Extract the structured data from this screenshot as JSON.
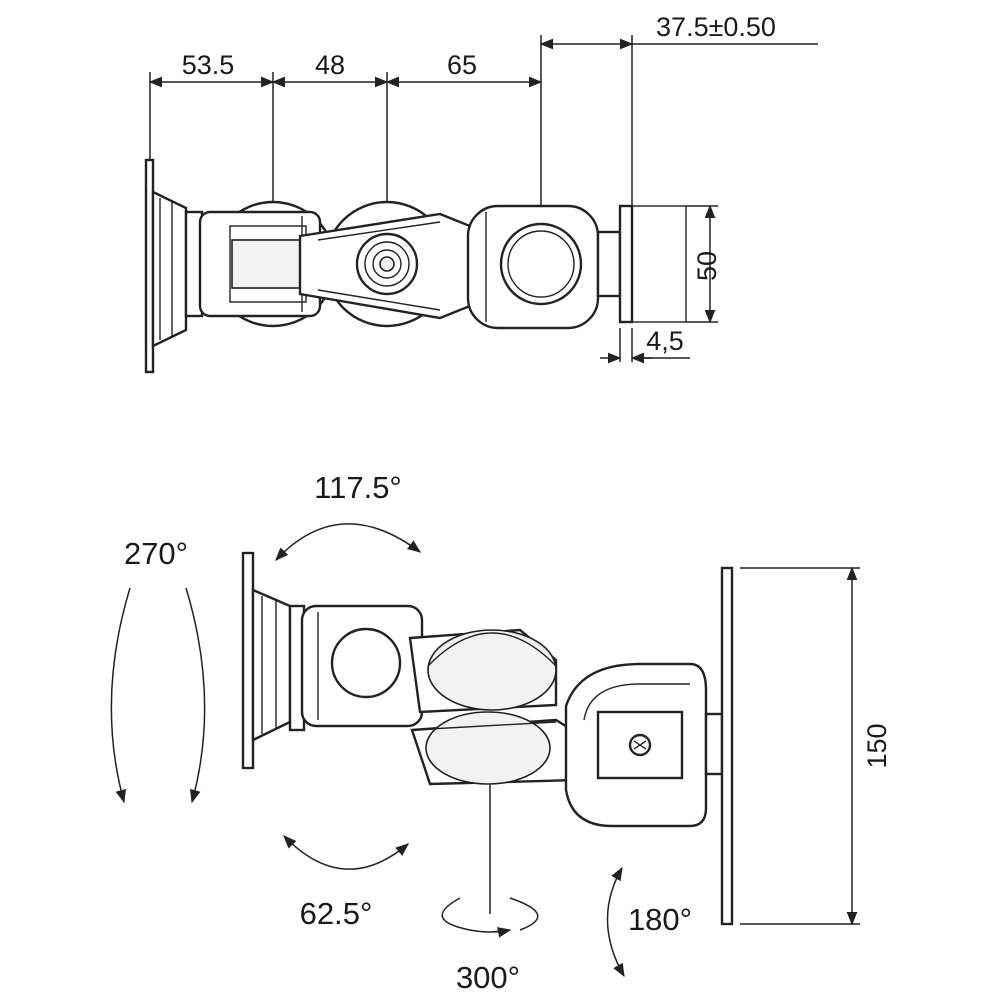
{
  "dimensions": {
    "base_depth": "53.5",
    "arm_segment_1": "48",
    "arm_segment_2": "65",
    "plate_offset": "37.5±0.50",
    "plate_height_side": "50",
    "plate_thickness": "4,5",
    "plate_height_front": "150"
  },
  "rotations": {
    "tilt_total": "270°",
    "swivel_upper": "117.5°",
    "swivel_lower": "62.5°",
    "pan_base": "300°",
    "tilt_head": "180°"
  }
}
